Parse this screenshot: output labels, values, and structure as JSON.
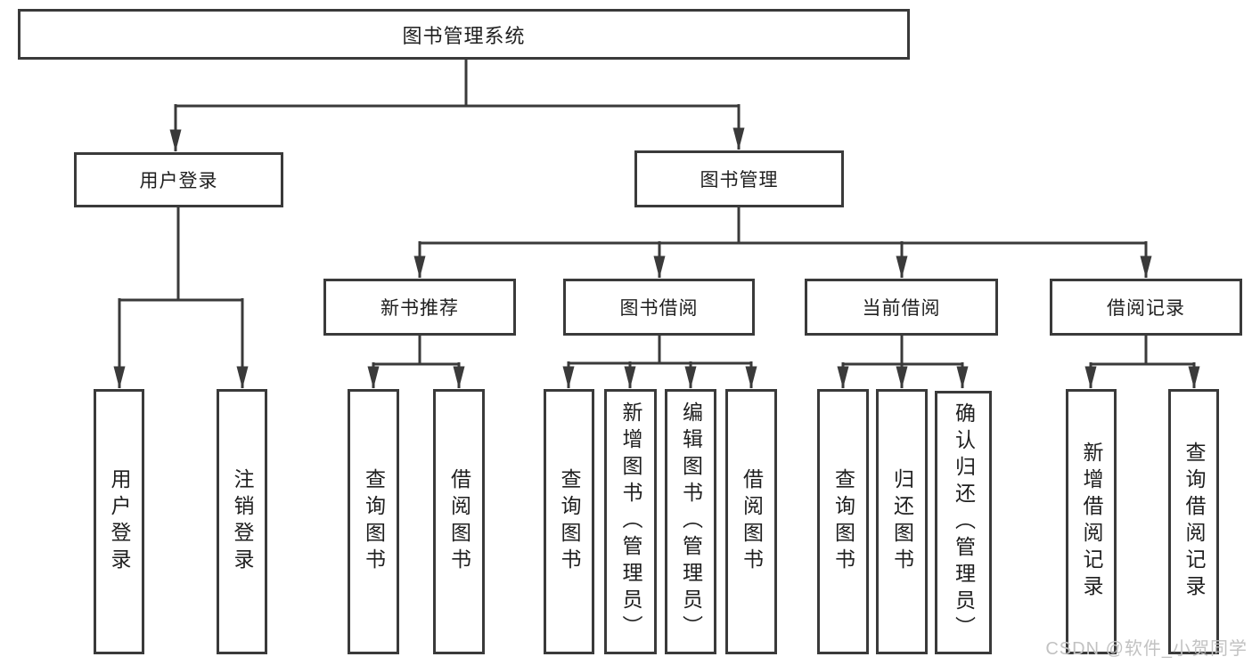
{
  "root": {
    "label": "图书管理系统"
  },
  "level2": {
    "user_login": {
      "label": "用户登录"
    },
    "book_mgmt": {
      "label": "图书管理"
    }
  },
  "level3": {
    "new_book_rec": {
      "label": "新书推荐"
    },
    "book_borrow": {
      "label": "图书借阅"
    },
    "current_borrow": {
      "label": "当前借阅"
    },
    "borrow_record": {
      "label": "借阅记录"
    }
  },
  "level4": {
    "ul_user_login": {
      "label": "用户登录"
    },
    "ul_logout": {
      "label": "注销登录"
    },
    "nb_query_book": {
      "label": "查询图书"
    },
    "nb_borrow_book": {
      "label": "借阅图书"
    },
    "bb_query_book": {
      "label": "查询图书"
    },
    "bb_add_book": {
      "label": "新增图书（管理员）"
    },
    "bb_edit_book": {
      "label": "编辑图书（管理员）"
    },
    "bb_borrow_book": {
      "label": "借阅图书"
    },
    "cb_query_book": {
      "label": "查询图书"
    },
    "cb_return_book": {
      "label": "归还图书"
    },
    "cb_confirm_return": {
      "label": "确认归还（管理员）"
    },
    "br_add_record": {
      "label": "新增借阅记录"
    },
    "br_query_record": {
      "label": "查询借阅记录"
    }
  },
  "watermark": {
    "text": "CSDN @软件_小贺同学"
  },
  "colors": {
    "line": "#3a3a3a",
    "text": "#1f1f1f",
    "box_background": "#ffffff",
    "watermark": "#c2c2c2"
  }
}
